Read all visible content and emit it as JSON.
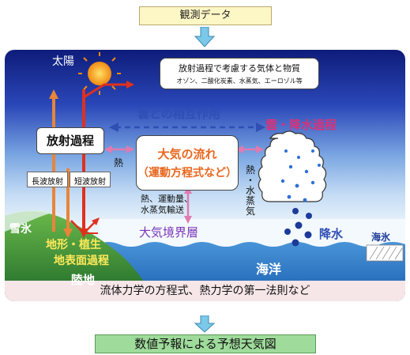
{
  "top_box": "観測データ",
  "sun": "太陽",
  "gases": {
    "title": "放射過程で考慮する気体と物質",
    "items": "オゾン、二酸化炭素、水蒸気、エーロゾル等"
  },
  "cloud_interaction": "雲との相互作用",
  "radiation": "放射過程",
  "longwave": "長波放射",
  "shortwave": "短波放射",
  "heat": "熱",
  "flow": {
    "line1": "大気の流れ",
    "line2": "（運動方程式など）"
  },
  "cloud_precip": "雲・降水過程",
  "heat_vapor": {
    "c1": "熱",
    "c2": "・",
    "c3": "水",
    "c4": "蒸",
    "c5": "気"
  },
  "transport": {
    "line1": "熱、運動量、",
    "line2": "水蒸気輸送"
  },
  "boundary": "大気境界層",
  "precip": "降水",
  "sea_ice": "海氷",
  "snow_ice": "雪氷",
  "terrain": {
    "line1": "地形・植生",
    "line2": "地表面過程"
  },
  "land": "陸地",
  "ocean": "海洋",
  "bottom_band": "流体力学の方程式、熱力学の第一法則など",
  "bottom_box": "数値予報による予想天気図",
  "colors": {
    "panel_top": "#0e1c7a",
    "cloud_text": "#d6337a",
    "arrow_red": "#e0301e",
    "arrow_orange": "#e8853a",
    "arrow_pink": "#e07ab0",
    "arrow_blue": "#2f4fb5",
    "ocean": "#2a78c8",
    "land": "#4a9a3a"
  }
}
